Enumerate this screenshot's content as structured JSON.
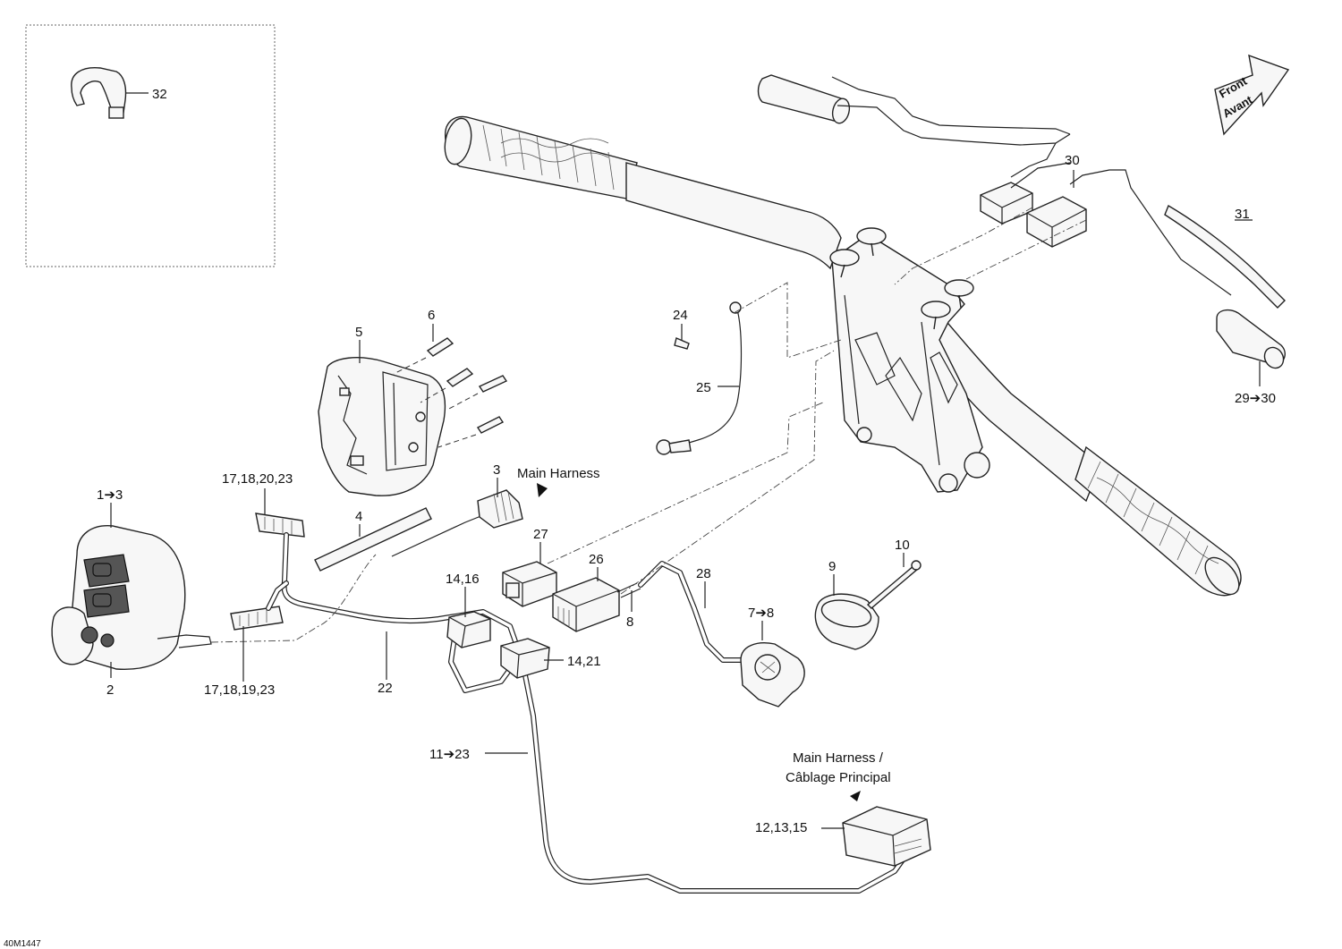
{
  "diagram": {
    "code": "40M1447",
    "direction_arrow": {
      "line1": "Front",
      "line2": "Avant"
    },
    "callouts": {
      "c32": "32",
      "c6": "6",
      "c5": "5",
      "c24": "24",
      "c25": "25",
      "c30": "30",
      "c31": "31",
      "c29_30": "29➔30",
      "c17_18_20_23": "17,18,20,23",
      "c1_3": "1➔3",
      "c3": "3",
      "c4": "4",
      "c27": "27",
      "c26": "26",
      "c28": "28",
      "c8": "8",
      "c14_16": "14,16",
      "c14_21": "14,21",
      "c7_8": "7➔8",
      "c9": "9",
      "c10": "10",
      "c2": "2",
      "c17_18_19_23": "17,18,19,23",
      "c22": "22",
      "c11_23": "11➔23",
      "c12_13_15": "12,13,15"
    },
    "notes": {
      "main_harness": "Main Harness",
      "main_harness_fr_line1": "Main Harness /",
      "main_harness_fr_line2": "Câblage Principal"
    }
  }
}
